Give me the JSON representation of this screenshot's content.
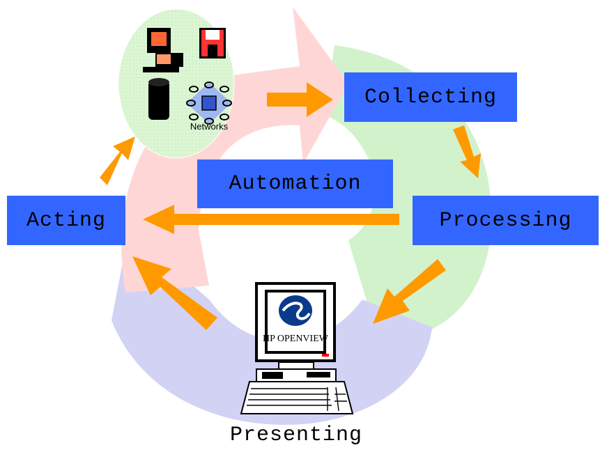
{
  "labels": {
    "collecting": "Collecting",
    "processing": "Processing",
    "acting": "Acting",
    "automation": "Automation",
    "presenting": "Presenting",
    "networks": "Networks",
    "monitor_brand": "HP OPENVIEW"
  },
  "colors": {
    "box_fill": "#3366ff",
    "arrow_orange": "#ff9900",
    "band_pink": "#ffd6d6",
    "band_green": "#d2f2cc",
    "band_lavender": "#d2d2f5",
    "oval_fill": "#d8f5cf"
  }
}
